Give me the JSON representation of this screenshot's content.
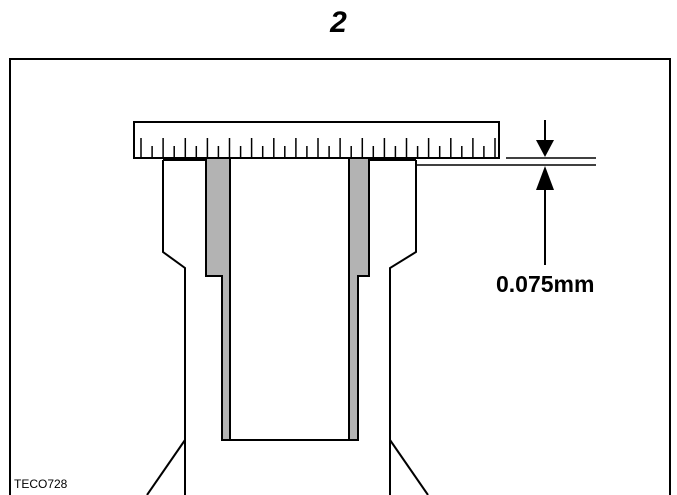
{
  "figure": {
    "number": "2",
    "code": "TECO728"
  },
  "callout": {
    "measurement": "0.075mm"
  },
  "colors": {
    "line": "#000000",
    "shim": "#b3b3b3",
    "background": "#ffffff"
  }
}
